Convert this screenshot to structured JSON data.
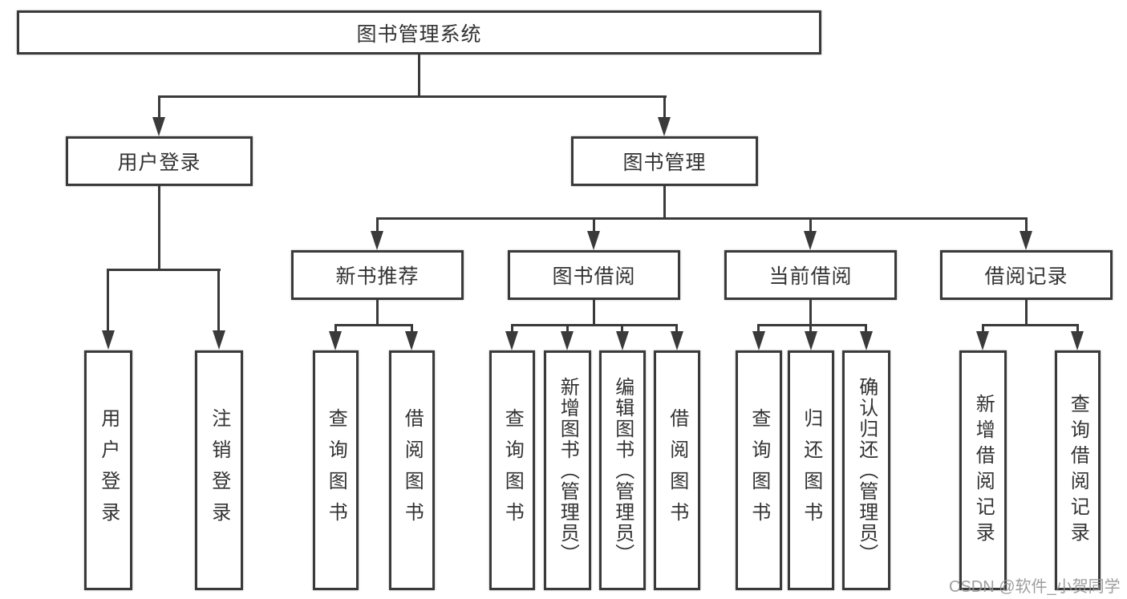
{
  "diagram": {
    "title": "图书管理系统",
    "colors": {
      "line": "#3a3a3a",
      "text": "#333333",
      "background": "#ffffff",
      "watermark": "#949494"
    },
    "tree": {
      "root": {
        "label": "图书管理系统"
      },
      "level2": [
        {
          "label": "用户登录"
        },
        {
          "label": "图书管理"
        }
      ],
      "level3": [
        {
          "label": "新书推荐"
        },
        {
          "label": "图书借阅"
        },
        {
          "label": "当前借阅"
        },
        {
          "label": "借阅记录"
        }
      ],
      "leaves": [
        {
          "label": "用户登录",
          "parent": "用户登录"
        },
        {
          "label": "注销登录",
          "parent": "用户登录"
        },
        {
          "label": "查询图书",
          "parent": "新书推荐"
        },
        {
          "label": "借阅图书",
          "parent": "新书推荐"
        },
        {
          "label": "查询图书",
          "parent": "图书借阅"
        },
        {
          "label": "新增图书（管理员）",
          "parent": "图书借阅"
        },
        {
          "label": "编辑图书（管理员）",
          "parent": "图书借阅"
        },
        {
          "label": "借阅图书",
          "parent": "图书借阅"
        },
        {
          "label": "查询图书",
          "parent": "当前借阅"
        },
        {
          "label": "归还图书",
          "parent": "当前借阅"
        },
        {
          "label": "确认归还（管理员）",
          "parent": "当前借阅"
        },
        {
          "label": "新增借阅记录",
          "parent": "借阅记录"
        },
        {
          "label": "查询借阅记录",
          "parent": "借阅记录"
        }
      ]
    },
    "watermark": "CSDN @软件_小贺同学"
  }
}
